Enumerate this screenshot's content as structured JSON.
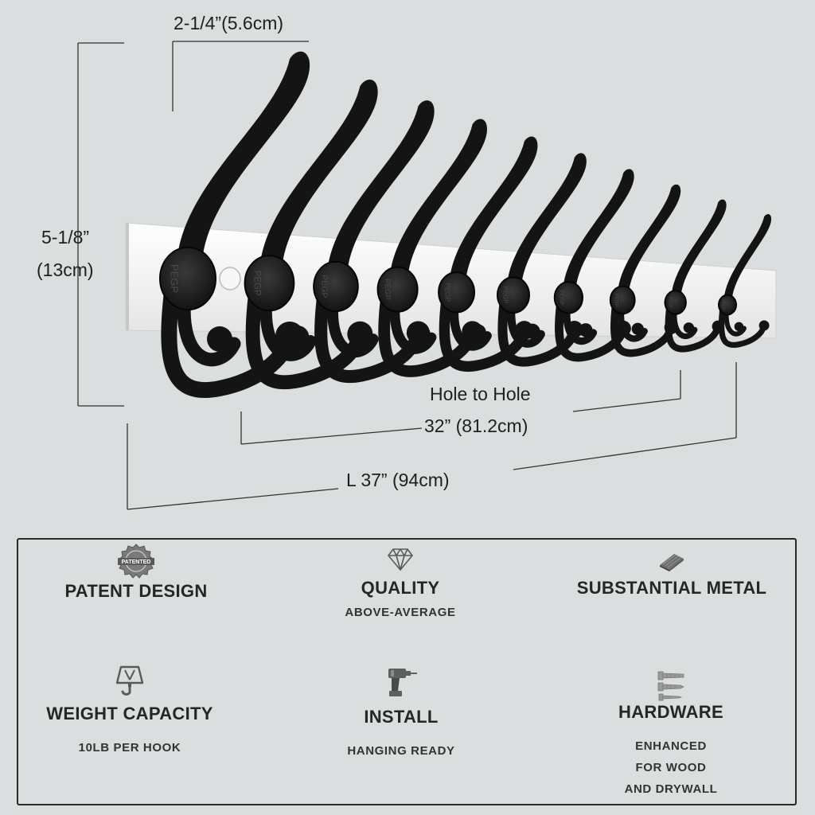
{
  "dimensions": {
    "bracket_width": "2-1/4”(5.6cm)",
    "height_in": "5-1/8”",
    "height_cm": "(13cm)",
    "hole_label": "Hole to Hole",
    "hole_value": "32” (81.2cm)",
    "length": "L 37” (94cm)"
  },
  "product": {
    "hook_count": 10,
    "hook_color": "#141414",
    "board_color": "#f1f1f1",
    "stamp_text": "PEGP"
  },
  "features": [
    {
      "icon": "patented-badge-icon",
      "title": "PATENT DESIGN",
      "subtitle": [],
      "badge_text": "PATENTED"
    },
    {
      "icon": "diamond-icon",
      "title": "QUALITY",
      "subtitle": [
        "ABOVE-AVERAGE"
      ]
    },
    {
      "icon": "metal-plate-icon",
      "title": "SUBSTANTIAL METAL",
      "subtitle": []
    },
    {
      "icon": "crane-hook-weight-icon",
      "title": "WEIGHT CAPACITY",
      "subtitle": [
        "10LB PER HOOK"
      ]
    },
    {
      "icon": "power-drill-icon",
      "title": "INSTALL",
      "subtitle": [
        "HANGING READY"
      ]
    },
    {
      "icon": "wall-anchor-screw-icon",
      "title": "HARDWARE",
      "subtitle": [
        "ENHANCED",
        "FOR WOOD",
        "AND DRYWALL"
      ]
    }
  ]
}
